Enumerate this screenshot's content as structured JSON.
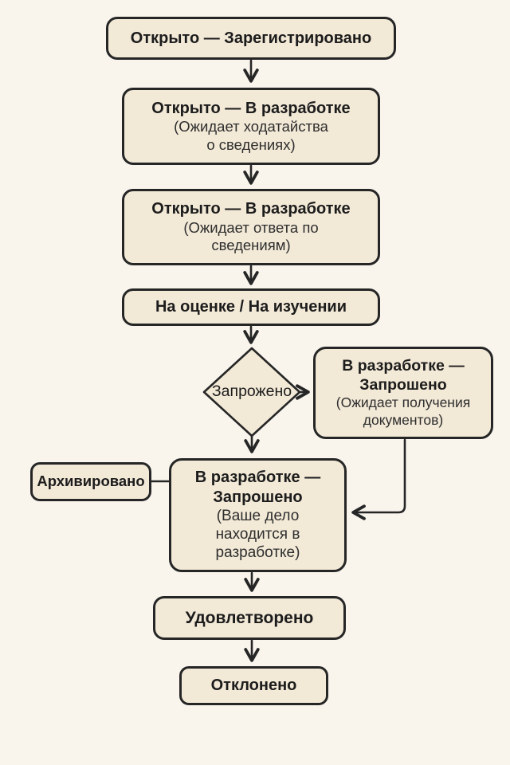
{
  "palette": {
    "background": "#f9f4ec",
    "node_fill": "#f2e9d7",
    "node_border": "#262626",
    "text_primary": "#1c1c1c",
    "text_secondary": "#2e2e2e"
  },
  "flowchart": {
    "nodes": {
      "opened_registered": {
        "title": "Открыто — Зарегистрировано"
      },
      "opened_in_dev_motion": {
        "title": "Открыто — В разработке",
        "note": [
          "(Ожидает ходатайства",
          "о сведениях)"
        ]
      },
      "opened_in_dev_answer": {
        "title": "Открыто — В разработке",
        "note": [
          "(Ожидает ответа по",
          "сведениям)"
        ]
      },
      "on_evaluation": {
        "title": "На оценке / На изучении"
      },
      "decision": {
        "label": "Запрожено"
      },
      "in_dev_requested_docs": {
        "title": [
          "В разработке —",
          "Запрошено"
        ],
        "note": [
          "(Ожидает получения",
          "документов)"
        ]
      },
      "archived": {
        "title": "Архивировано"
      },
      "in_dev_requested_case": {
        "title": [
          "В разработке —",
          "Запрошено"
        ],
        "note": [
          "(Ваше дело",
          "находится в",
          "разработке)"
        ]
      },
      "satisfied": {
        "title": "Удовлетворено"
      },
      "rejected": {
        "title": "Отклонено"
      }
    }
  }
}
